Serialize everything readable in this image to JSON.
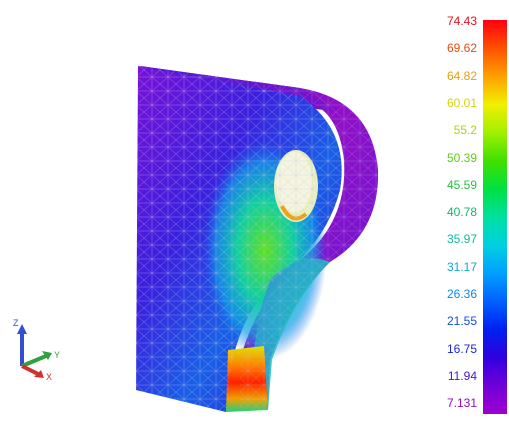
{
  "legend": {
    "labels": [
      {
        "text": "74.43",
        "color": "#e8101a"
      },
      {
        "text": "69.62",
        "color": "#e84a10"
      },
      {
        "text": "64.82",
        "color": "#e8a010"
      },
      {
        "text": "60.01",
        "color": "#d6d600"
      },
      {
        "text": "55.2",
        "color": "#a8d610"
      },
      {
        "text": "50.39",
        "color": "#60c820"
      },
      {
        "text": "45.59",
        "color": "#28c040"
      },
      {
        "text": "40.78",
        "color": "#10b868"
      },
      {
        "text": "35.97",
        "color": "#10b8a0"
      },
      {
        "text": "31.17",
        "color": "#10a8d0"
      },
      {
        "text": "26.36",
        "color": "#1088e0"
      },
      {
        "text": "21.55",
        "color": "#1050d8"
      },
      {
        "text": "16.75",
        "color": "#1828d0"
      },
      {
        "text": "11.94",
        "color": "#5010c8"
      },
      {
        "text": "7.131",
        "color": "#9010c0"
      }
    ],
    "gradient_colors": [
      "#ff0010",
      "#ff5000",
      "#ffa000",
      "#f0f000",
      "#a0f000",
      "#40e000",
      "#00e040",
      "#00e0a0",
      "#00d0e0",
      "#00a0ff",
      "#0060ff",
      "#0020f0",
      "#3000e0",
      "#7000d8",
      "#a000d0"
    ]
  },
  "triad": {
    "z_label": "Z",
    "y_label": "Y",
    "x_label": "X",
    "z_color": "#3050d0",
    "y_color": "#30a040",
    "x_color": "#d03030"
  },
  "model": {
    "name": "3D FEA model contour plot"
  }
}
